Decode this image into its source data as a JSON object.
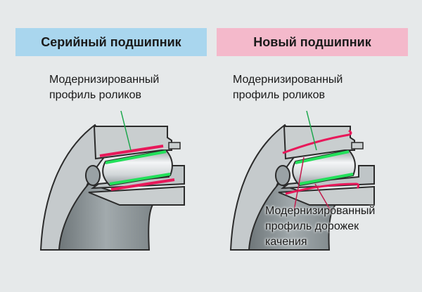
{
  "left_panel": {
    "title": "Серийный подшипник",
    "callout_line1": "Модернизированный",
    "callout_line2": "профиль роликов"
  },
  "right_panel": {
    "title": "Новый подшипник",
    "callout_top_line1": "Модернизированный",
    "callout_top_line2": "профиль роликов",
    "callout_bottom_line1": "Модернизированный",
    "callout_bottom_line2": "профиль дорожек",
    "callout_bottom_line3": "качения"
  },
  "colors": {
    "background": "#e6e9ea",
    "left_title_bg": "#a9d6ee",
    "right_title_bg": "#f4b9cb",
    "roller_profile": "#22e05a",
    "raceway_profile": "#e8185a",
    "bearing_metal": "#bfc5c7",
    "outline": "#2b2b2b"
  }
}
